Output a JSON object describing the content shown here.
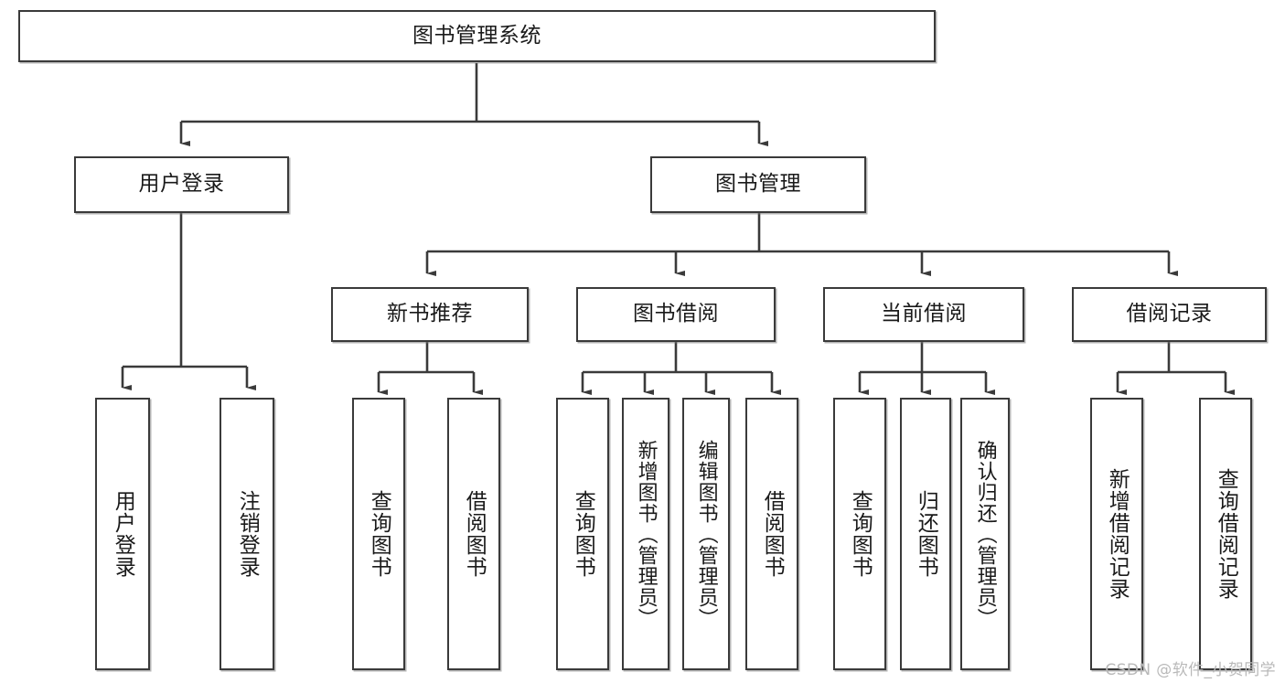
{
  "diagram": {
    "type": "tree-hierarchy",
    "title": "图书管理系统",
    "orientation": "top-down",
    "colors": {
      "node_border": "#3a3a3a",
      "node_fill": "#ffffff",
      "edge": "#3a3a3a",
      "text": "#1a1a1a",
      "watermark": "#b9b9b9",
      "background": "#ffffff"
    },
    "root": {
      "id": "root",
      "label": "图书管理系统"
    },
    "level2": [
      {
        "id": "user-login",
        "label": "用户登录"
      },
      {
        "id": "book-manage",
        "label": "图书管理"
      }
    ],
    "level3": [
      {
        "id": "new-book-rec",
        "label": "新书推荐",
        "parent": "book-manage"
      },
      {
        "id": "book-borrow",
        "label": "图书借阅",
        "parent": "book-manage"
      },
      {
        "id": "current-borrow",
        "label": "当前借阅",
        "parent": "book-manage"
      },
      {
        "id": "borrow-record",
        "label": "借阅记录",
        "parent": "book-manage"
      }
    ],
    "leaves": {
      "user-login": [
        {
          "id": "leaf-user-login",
          "label": "用户登录"
        },
        {
          "id": "leaf-logout",
          "label": "注销登录"
        }
      ],
      "new-book-rec": [
        {
          "id": "leaf-query-book-1",
          "label": "查询图书"
        },
        {
          "id": "leaf-borrow-book-1",
          "label": "借阅图书"
        }
      ],
      "book-borrow": [
        {
          "id": "leaf-query-book-2",
          "label": "查询图书"
        },
        {
          "id": "leaf-add-book",
          "label": "新增图书（管理员）"
        },
        {
          "id": "leaf-edit-book",
          "label": "编辑图书（管理员）"
        },
        {
          "id": "leaf-borrow-book-2",
          "label": "借阅图书"
        }
      ],
      "current-borrow": [
        {
          "id": "leaf-query-book-3",
          "label": "查询图书"
        },
        {
          "id": "leaf-return-book",
          "label": "归还图书"
        },
        {
          "id": "leaf-confirm-return",
          "label": "确认归还（管理员）"
        }
      ],
      "borrow-record": [
        {
          "id": "leaf-add-record",
          "label": "新增借阅记录"
        },
        {
          "id": "leaf-query-record",
          "label": "查询借阅记录"
        }
      ]
    }
  },
  "watermark": {
    "text": "CSDN @软件_小贺同学"
  }
}
